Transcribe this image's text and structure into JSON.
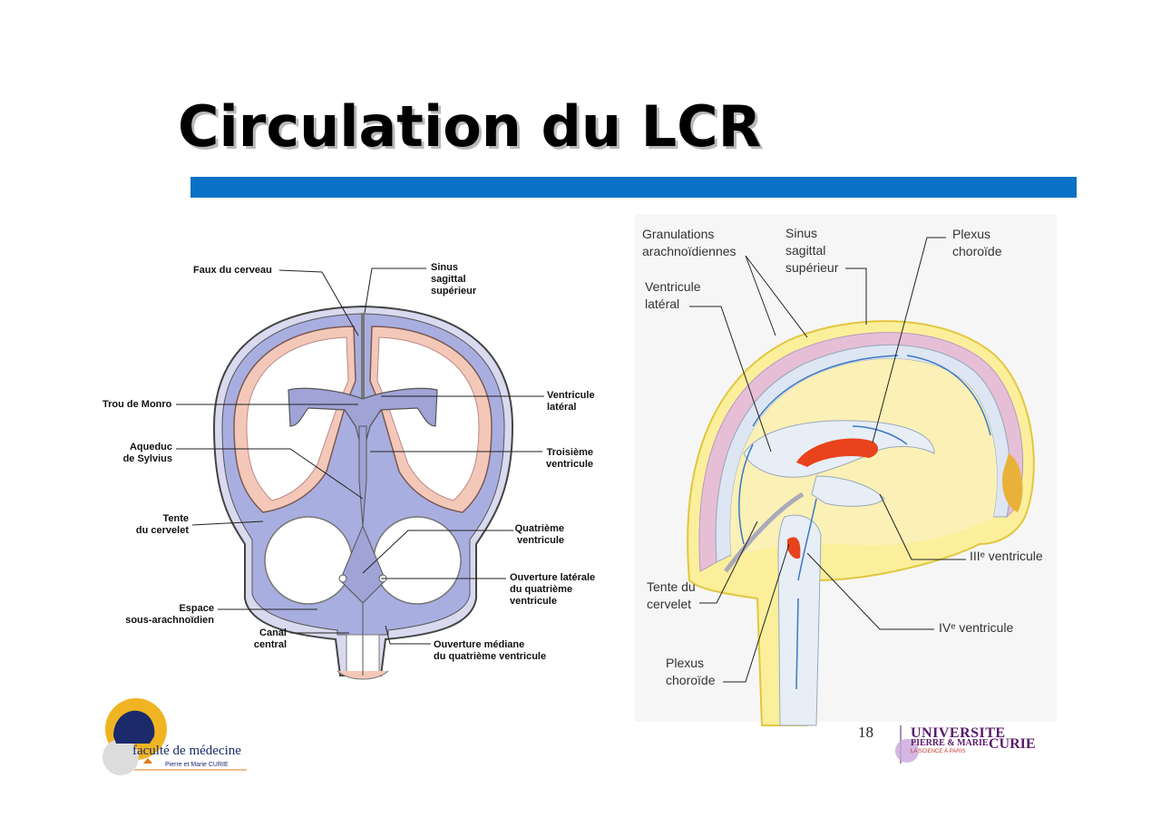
{
  "slide": {
    "title": "Circulation du LCR",
    "page_number": "18",
    "accent_color": "#0a72c6"
  },
  "left_diagram": {
    "labels": {
      "faux": "Faux du cerveau",
      "sinus": "Sinus\nsagittal\nsupérieur",
      "trou": "Trou de Monro",
      "ventricule_lateral": "Ventricule\nlatéral",
      "aqueduc": "Aqueduc\nde Sylvius",
      "troisieme": "Troisième\nventricule",
      "tente": "Tente\ndu cervelet",
      "quatrieme": "Quatrième\nventricule",
      "ouverture_laterale": "Ouverture latérale\ndu quatrième\nventricule",
      "espace": "Espace\nsous-arachnoïdien",
      "canal": "Canal\ncentral",
      "ouverture_mediane": "Ouverture médiane\ndu quatrième ventricule"
    }
  },
  "right_diagram": {
    "labels": {
      "granulations": "Granulations\narachnoïdiennes",
      "sinus": "Sinus\nsagittal\nsupérieur",
      "plexus_top": "Plexus\nchoroïde",
      "ventricule_lateral": "Ventricule\nlatéral",
      "iii_ventricule": "IIIᵉ ventricule",
      "tente": "Tente du\ncervelet",
      "iv_ventricule": "IVᵉ ventricule",
      "plexus_bottom": "Plexus\nchoroïde"
    }
  },
  "logos": {
    "faculte": "faculté de médecine",
    "faculte_sub": "Pierre et Marie CURIE",
    "upmc_line1": "UNIVERSITE",
    "upmc_line2": "PIERRE & MARIE",
    "upmc_curie": "CURIE",
    "upmc_tagline": "LA SCIENCE À PARIS"
  }
}
